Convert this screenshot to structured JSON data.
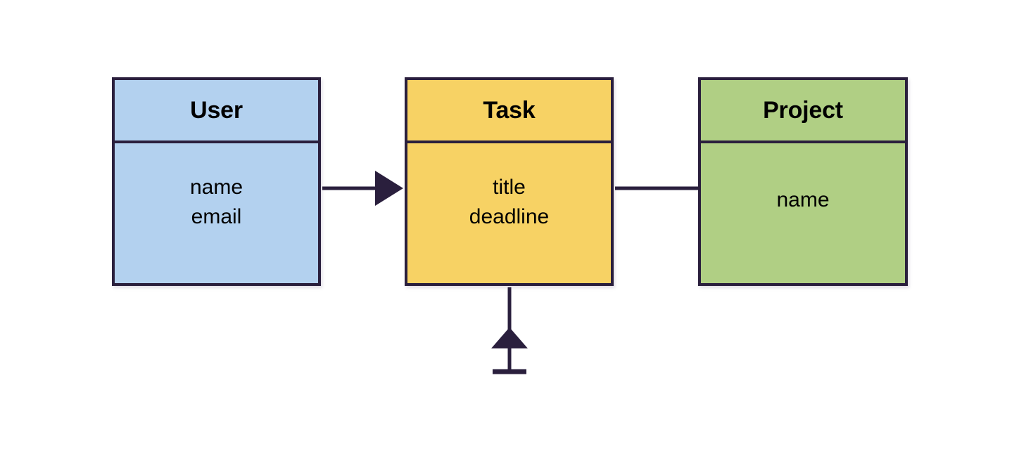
{
  "diagram": {
    "type": "entity-relationship-diagram",
    "background_color": "#ffffff",
    "stroke_color": "#2a1f3d",
    "title_text_color": "#000000",
    "entities": [
      {
        "id": "user",
        "name": "User",
        "fill_color": "#b3d1ef",
        "attributes": [
          "name",
          "email"
        ]
      },
      {
        "id": "task",
        "name": "Task",
        "fill_color": "#f7d264",
        "attributes": [
          "title",
          "deadline"
        ]
      },
      {
        "id": "project",
        "name": "Project",
        "fill_color": "#b0cf84",
        "attributes": [
          "name"
        ]
      }
    ],
    "relationships": [
      {
        "id": "user-to-task",
        "from": "user",
        "to": "task",
        "style": "solid",
        "arrowhead": "filled-triangle",
        "direction": "right"
      },
      {
        "id": "task-to-project",
        "from": "task",
        "to": "project",
        "style": "solid",
        "arrowhead": "none",
        "direction": "right"
      },
      {
        "id": "task-self",
        "from": "task",
        "to": "task",
        "style": "solid",
        "arrowhead": "filled-triangle",
        "direction": "up",
        "terminator": "bar"
      }
    ]
  }
}
